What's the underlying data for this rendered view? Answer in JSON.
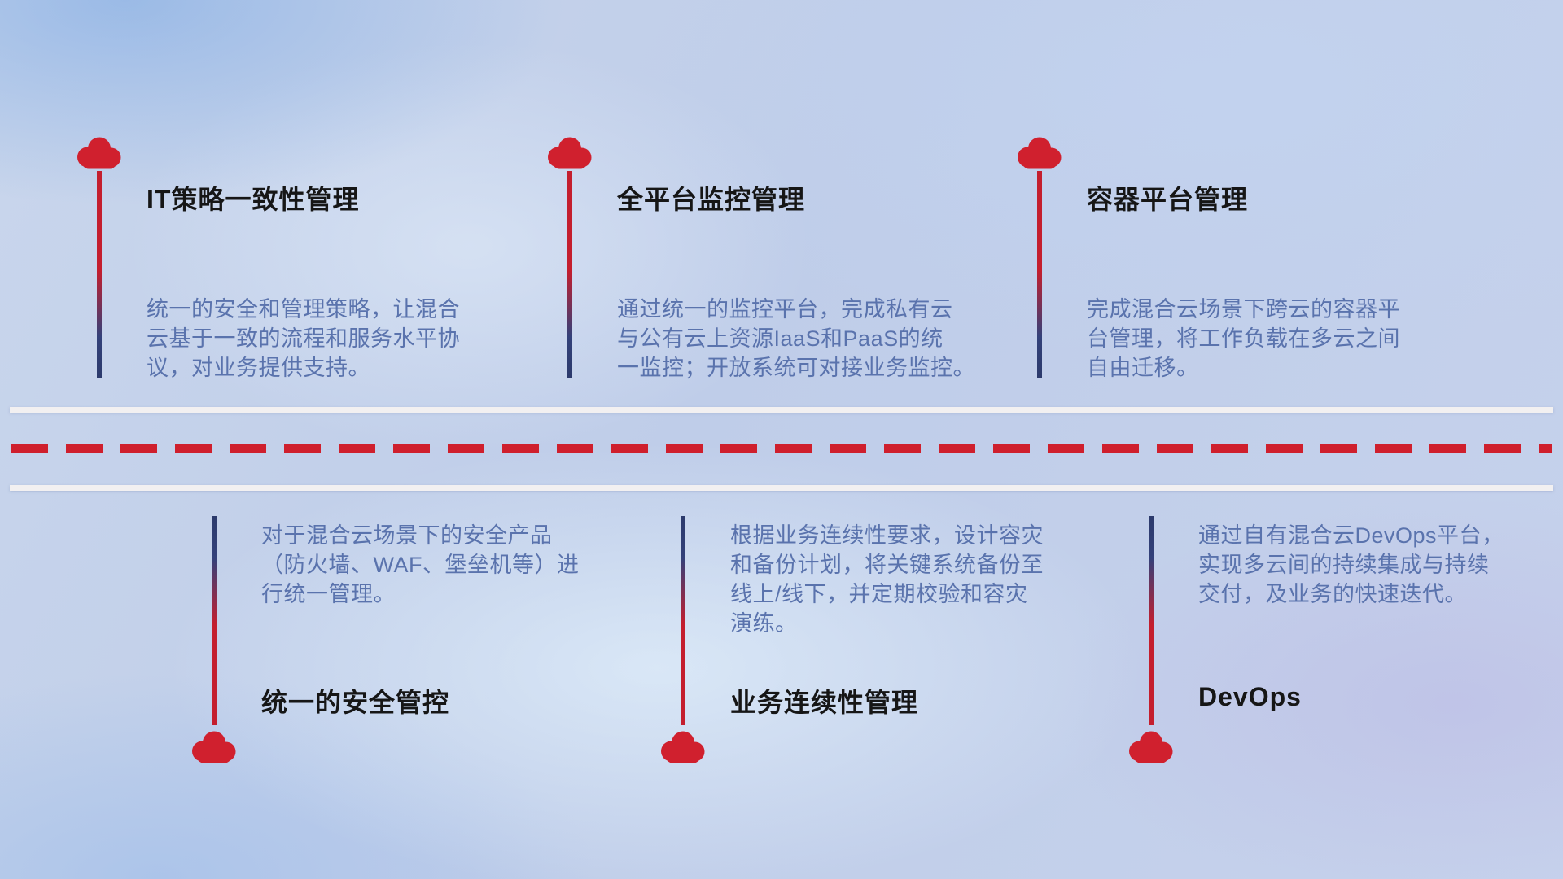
{
  "diagram": {
    "type": "timeline-roadmap",
    "top_items": [
      {
        "title": "IT策略一致性管理",
        "description": "统一的安全和管理策略，让混合\n云基于一致的流程和服务水平协\n议，对业务提供支持。"
      },
      {
        "title": "全平台监控管理",
        "description": "通过统一的监控平台，完成私有云\n与公有云上资源IaaS和PaaS的统\n一监控；开放系统可对接业务监控。"
      },
      {
        "title": "容器平台管理",
        "description": "完成混合云场景下跨云的容器平\n台管理，将工作负载在多云之间\n自由迁移。"
      }
    ],
    "bottom_items": [
      {
        "title": "统一的安全管控",
        "description": "对于混合云场景下的安全产品\n（防火墙、WAF、堡垒机等）进\n行统一管理。"
      },
      {
        "title": "业务连续性管理",
        "description": "根据业务连续性要求，设计容灾\n和备份计划，将关键系统备份至\n线上/线下，并定期校验和容灾\n演练。"
      },
      {
        "title": "DevOps",
        "description": "通过自有混合云DevOps平台，\n实现多云间的持续集成与持续\n交付，及业务的快速迭代。"
      }
    ],
    "colors": {
      "cloud_red": "#d0202e",
      "line_red": "#c41e2e",
      "line_navy": "#2c3a6c",
      "title_text": "#161616",
      "description_text": "#5a73ad",
      "road_white": "#f2f0f1",
      "dash_red": "#cf1f2d"
    }
  }
}
